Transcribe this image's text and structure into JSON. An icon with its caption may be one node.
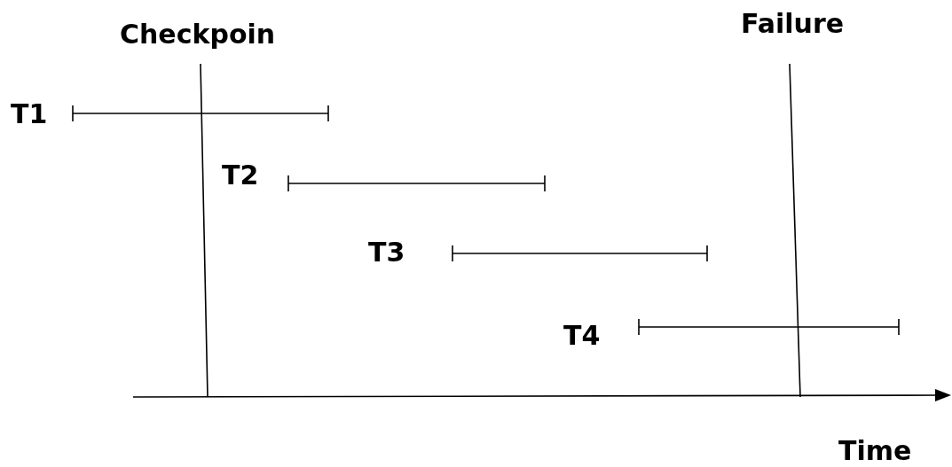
{
  "diagram": {
    "labels": [
      "Checkpoin",
      "Failure",
      "T1",
      "T2",
      "T3",
      "T4",
      "Time"
    ]
  }
}
